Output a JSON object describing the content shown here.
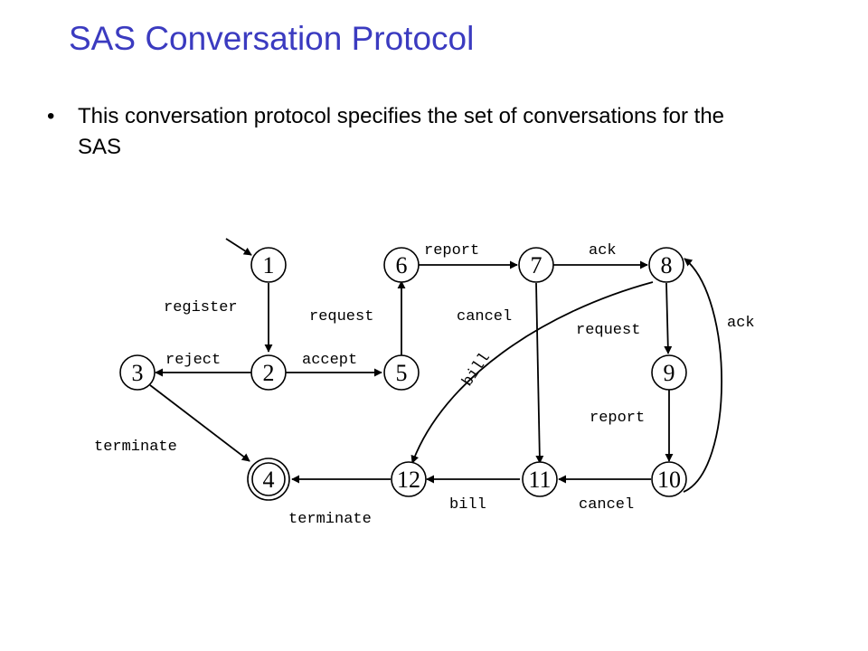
{
  "slide": {
    "title": "SAS Conversation Protocol",
    "bullets": [
      "This conversation protocol specifies the set of conversations for the SAS"
    ]
  },
  "diagram": {
    "states": [
      {
        "id": "s1",
        "label": "1"
      },
      {
        "id": "s2",
        "label": "2"
      },
      {
        "id": "s3",
        "label": "3"
      },
      {
        "id": "s4",
        "label": "4",
        "final": true
      },
      {
        "id": "s5",
        "label": "5"
      },
      {
        "id": "s6",
        "label": "6"
      },
      {
        "id": "s7",
        "label": "7"
      },
      {
        "id": "s8",
        "label": "8"
      },
      {
        "id": "s9",
        "label": "9"
      },
      {
        "id": "s10",
        "label": "10"
      },
      {
        "id": "s11",
        "label": "11"
      },
      {
        "id": "s12",
        "label": "12"
      }
    ],
    "transitions": [
      {
        "from": "1",
        "to": "2",
        "label": "register"
      },
      {
        "from": "2",
        "to": "3",
        "label": "reject"
      },
      {
        "from": "2",
        "to": "5",
        "label": "accept"
      },
      {
        "from": "3",
        "to": "4",
        "label": "terminate"
      },
      {
        "from": "5",
        "to": "6",
        "label": "request"
      },
      {
        "from": "6",
        "to": "7",
        "label": "report"
      },
      {
        "from": "7",
        "to": "8",
        "label": "ack"
      },
      {
        "from": "7",
        "to": "11",
        "label": "cancel"
      },
      {
        "from": "8",
        "to": "9",
        "label": "request"
      },
      {
        "from": "8",
        "to": "12",
        "label": "bill"
      },
      {
        "from": "9",
        "to": "10",
        "label": "report"
      },
      {
        "from": "10",
        "to": "8",
        "label": "ack"
      },
      {
        "from": "10",
        "to": "11",
        "label": "cancel"
      },
      {
        "from": "11",
        "to": "12",
        "label": "bill"
      },
      {
        "from": "12",
        "to": "4",
        "label": "terminate"
      }
    ]
  }
}
